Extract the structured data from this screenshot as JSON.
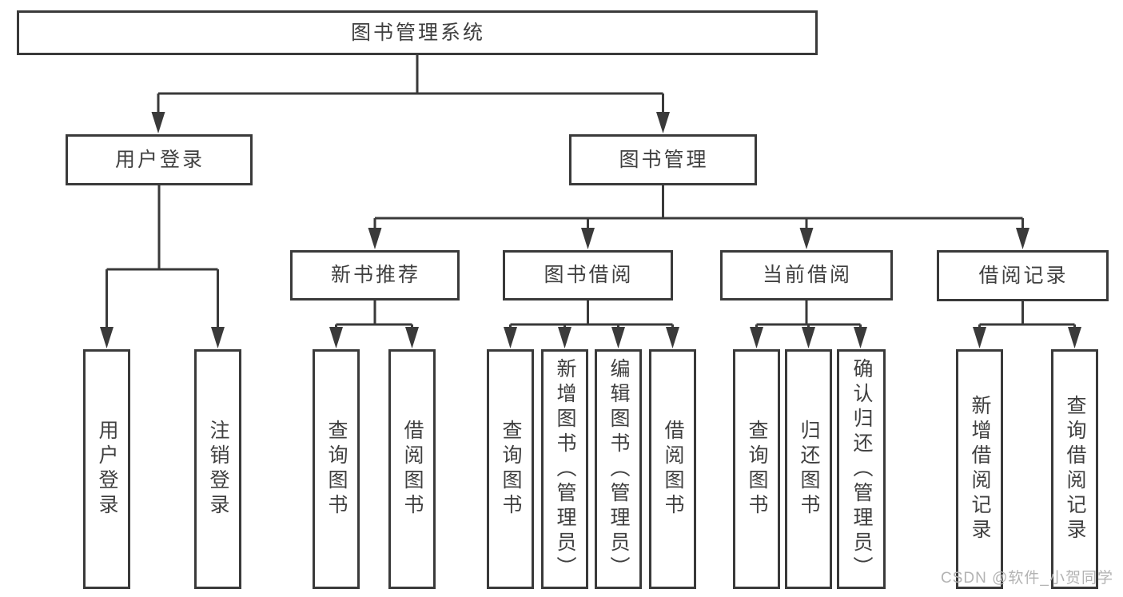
{
  "diagram": {
    "title": "图书管理系统",
    "nodes": {
      "root": {
        "label": "图书管理系统"
      },
      "level2": [
        {
          "label": "用户登录"
        },
        {
          "label": "图书管理"
        }
      ],
      "level3": [
        {
          "label": "新书推荐",
          "parent": "图书管理"
        },
        {
          "label": "图书借阅",
          "parent": "图书管理"
        },
        {
          "label": "当前借阅",
          "parent": "图书管理"
        },
        {
          "label": "借阅记录",
          "parent": "图书管理"
        }
      ],
      "leaves": [
        {
          "label": "用户登录",
          "parent": "用户登录"
        },
        {
          "label": "注销登录",
          "parent": "用户登录"
        },
        {
          "label": "查询图书",
          "parent": "新书推荐"
        },
        {
          "label": "借阅图书",
          "parent": "新书推荐"
        },
        {
          "label": "查询图书",
          "parent": "图书借阅"
        },
        {
          "label": "新增图书（管理员）",
          "parent": "图书借阅"
        },
        {
          "label": "编辑图书（管理员）",
          "parent": "图书借阅"
        },
        {
          "label": "借阅图书",
          "parent": "图书借阅"
        },
        {
          "label": "查询图书",
          "parent": "当前借阅"
        },
        {
          "label": "归还图书",
          "parent": "当前借阅"
        },
        {
          "label": "确认归还（管理员）",
          "parent": "当前借阅"
        },
        {
          "label": "新增借阅记录",
          "parent": "借阅记录"
        },
        {
          "label": "查询借阅记录",
          "parent": "借阅记录"
        }
      ]
    },
    "watermark": "CSDN @软件_小贺同学",
    "colors": {
      "line": "#3a3a3a",
      "text": "#404040",
      "watermark": "#b3b3b3",
      "background": "#ffffff"
    }
  }
}
